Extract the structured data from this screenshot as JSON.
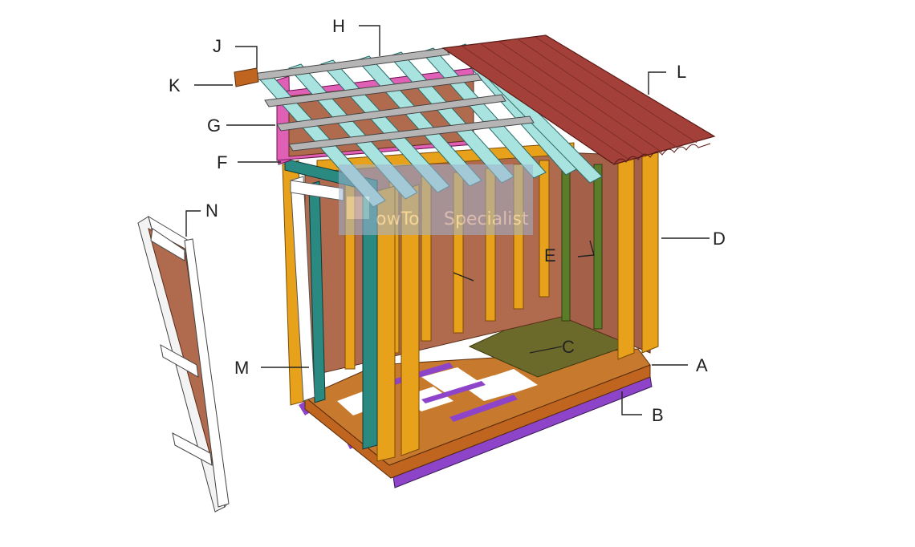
{
  "labels": {
    "A": "A",
    "B": "B",
    "C": "C",
    "D": "D",
    "E": "E",
    "F": "F",
    "G": "G",
    "H": "H",
    "J": "J",
    "K": "K",
    "L": "L",
    "M": "M",
    "N": "N"
  },
  "watermark": {
    "part1": "owTo",
    "part2": "Specialist"
  },
  "colors": {
    "skid": "#8e44c9",
    "floor_frame": "#c0651f",
    "floor_sheet": "#6b6a2a",
    "wall_stud": "#e8a11a",
    "siding": "#b06a4e",
    "door_frame_teal": "#2a8a82",
    "rafter": "#a9e3e0",
    "purlin": "#b5b5b5",
    "gable_pink": "#e060b5",
    "roof": "#a3403a",
    "trim_white": "#ffffff",
    "green_stud": "#5b7d2a"
  }
}
